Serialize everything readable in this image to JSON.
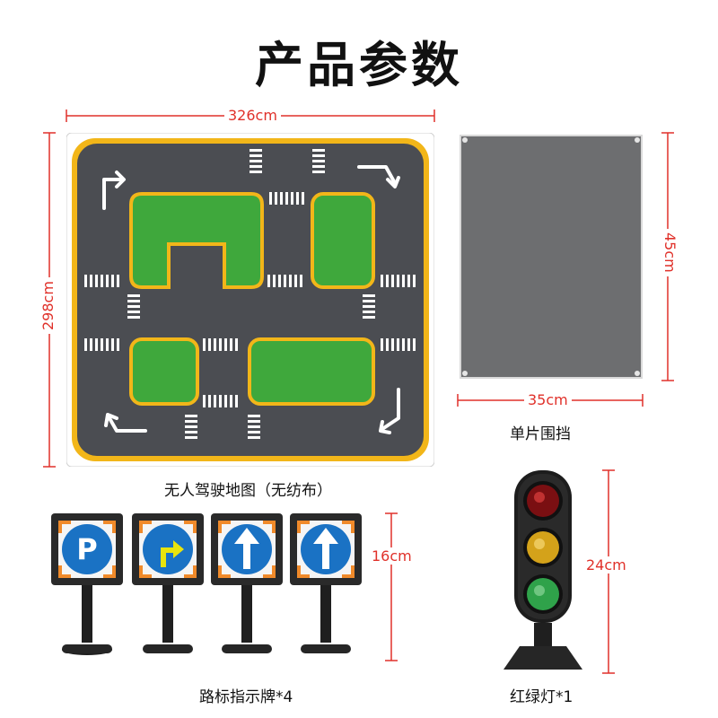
{
  "page": {
    "title": "产品参数"
  },
  "map": {
    "width_label": "326cm",
    "height_label": "298cm",
    "caption": "无人驾驶地图（无纺布）"
  },
  "barrier": {
    "width_label": "35cm",
    "height_label": "45cm",
    "caption": "单片围挡"
  },
  "signs": {
    "height_label": "16cm",
    "caption": "路标指示牌*4",
    "items": [
      {
        "icon": "parking-p-icon",
        "text": "P"
      },
      {
        "icon": "turn-right-arrow-icon"
      },
      {
        "icon": "straight-arrow-icon"
      },
      {
        "icon": "straight-arrow-icon"
      }
    ]
  },
  "traffic_light": {
    "height_label": "24cm",
    "caption": "红绿灯*1"
  },
  "colors": {
    "dimension": "#e0312a",
    "road": "#4b4d52",
    "grass": "#3fa83c",
    "edge_yellow": "#f2b619",
    "barrier_gray": "#6d6e70",
    "sign_blue": "#1a72c4",
    "sign_orange": "#f08a2a"
  }
}
